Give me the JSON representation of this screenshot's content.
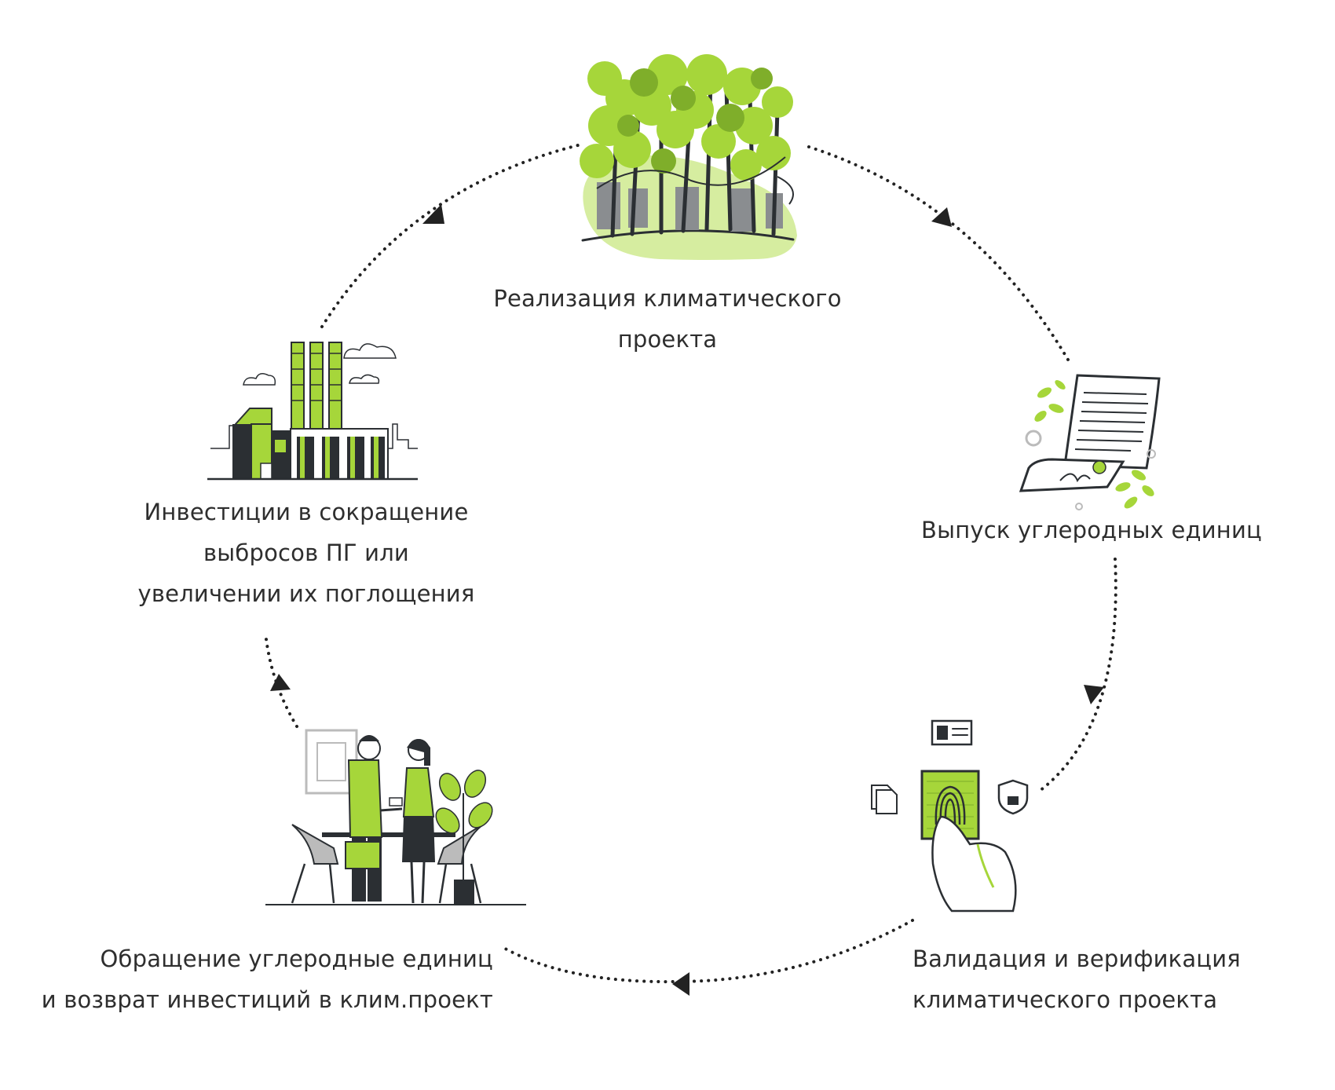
{
  "colors": {
    "accent": "#a6d63a",
    "accent_light": "#d6eda0",
    "dark": "#2b2f33",
    "gray": "#8a8d90",
    "arrow": "#222222"
  },
  "nodes": {
    "top": {
      "icon": "forest-icon",
      "lines": [
        "Реализация климатического",
        "проекта"
      ]
    },
    "right": {
      "icon": "carbon-certificate-icon",
      "lines": [
        "Выпуск углеродных единиц"
      ]
    },
    "bottom_right": {
      "icon": "fingerprint-verification-icon",
      "lines": [
        "Валидация и верификация",
        "климатического проекта"
      ]
    },
    "bottom_left": {
      "icon": "business-handshake-icon",
      "lines": [
        "Обращение углеродные единиц",
        "и возврат инвестиций в клим.проект"
      ]
    },
    "left": {
      "icon": "factory-icon",
      "lines": [
        "Инвестиции в сокращение",
        "выбросов ПГ или",
        "увеличении их поглощения"
      ]
    }
  },
  "flow": {
    "type": "cycle",
    "direction": "clockwise",
    "order": [
      "top",
      "right",
      "bottom_right",
      "bottom_left",
      "left"
    ]
  }
}
